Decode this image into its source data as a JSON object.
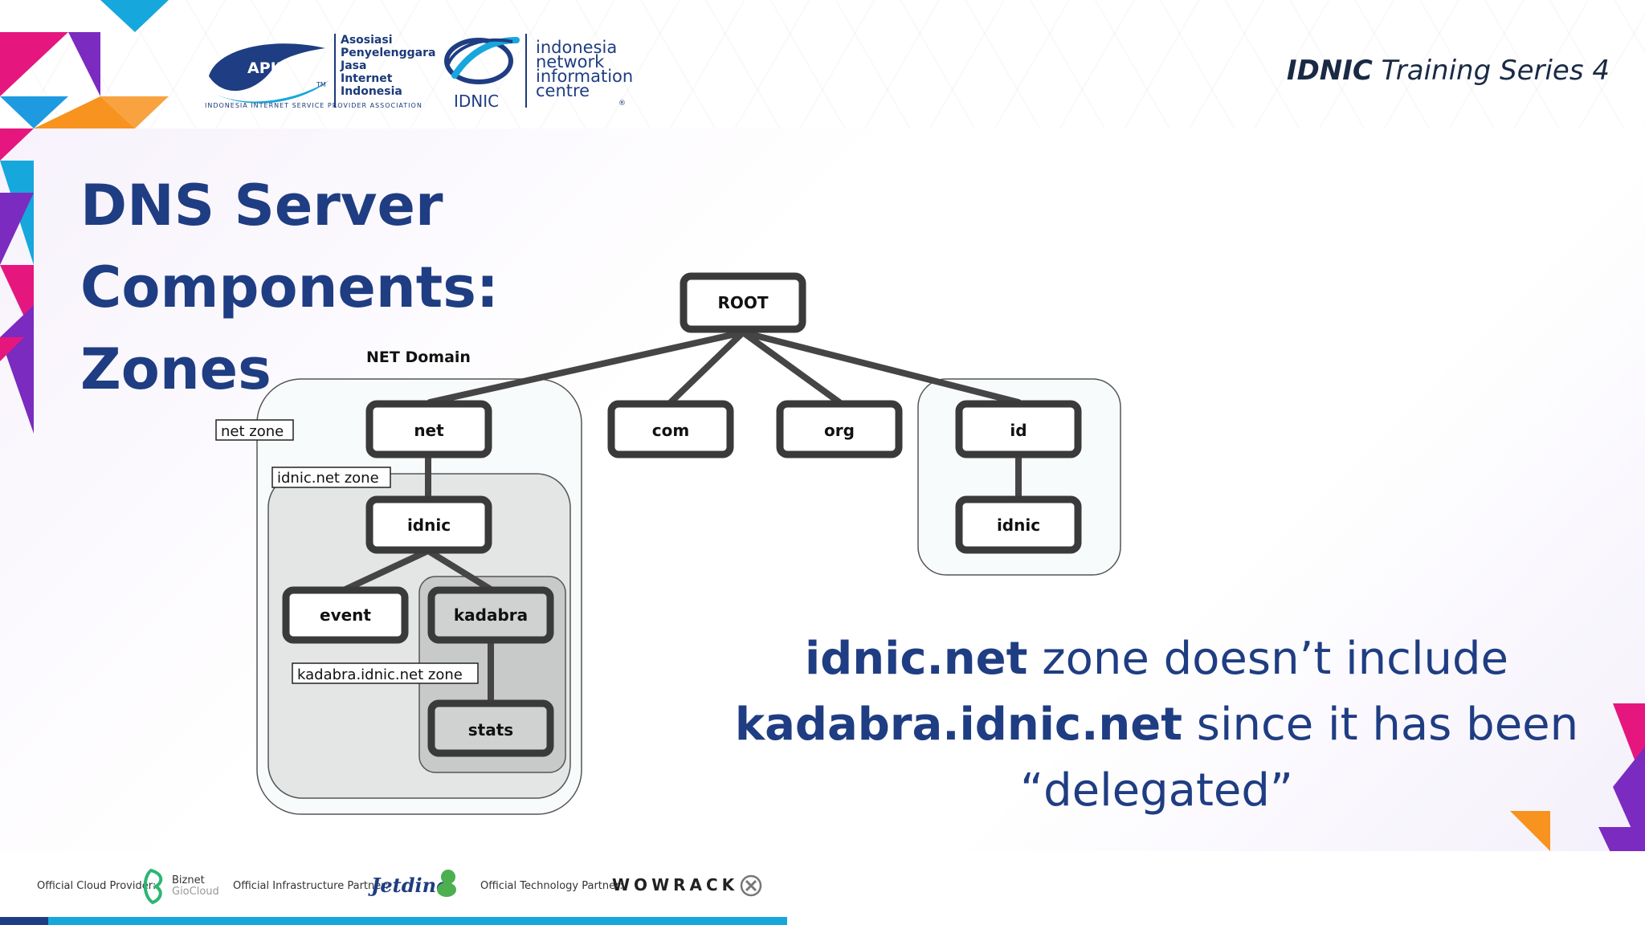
{
  "header": {
    "apjii_logo_text": "APJII",
    "apjii_org_lines": [
      "Asosiasi",
      "Penyelenggara",
      "Jasa",
      "Internet",
      "Indonesia"
    ],
    "apjii_tagline": "INDONESIA INTERNET SERVICE PROVIDER ASSOCIATION",
    "tm": "TM",
    "idnic_logo_label": "IDNIC",
    "idnic_org_lines": [
      "indonesia",
      "network",
      "information",
      "centre"
    ],
    "registered": "®",
    "series_bold": "IDNIC",
    "series_rest": " Training Series 4"
  },
  "slide": {
    "title_line1": "DNS Server Components:",
    "title_line2": "Zones"
  },
  "diagram": {
    "nodes": {
      "root": "ROOT",
      "net": "net",
      "com": "com",
      "org": "org",
      "id": "id",
      "idnic_net": "idnic",
      "idnic_id": "idnic",
      "event": "event",
      "kadabra": "kadabra",
      "stats": "stats"
    },
    "labels": {
      "net_domain": "NET Domain",
      "net_zone": "net zone",
      "idnic_net_zone": "idnic.net zone",
      "kadabra_zone": "kadabra.idnic.net zone"
    }
  },
  "note": {
    "part1_bold": "idnic.net",
    "part1_rest": " zone doesn’t include",
    "part2_bold": "kadabra.idnic.net",
    "part2_rest": " since it has been",
    "part3": "“delegated”"
  },
  "footer": {
    "cloud_label": "Official Cloud Provider:",
    "cloud_brand_line1": "Biznet",
    "cloud_brand_line2": "GioCloud",
    "infra_label": "Official Infrastructure Partner:",
    "infra_brand": "Jetdino",
    "tech_label": "Official Technology Partner:",
    "tech_brand": "WOWRACK"
  },
  "colors": {
    "title": "#1f3d82",
    "node_border": "#3a3a3a",
    "accent_cyan": "#16a7dc",
    "accent_magenta": "#e5177e",
    "accent_purple": "#7b2bbf",
    "accent_orange": "#f7931e"
  }
}
